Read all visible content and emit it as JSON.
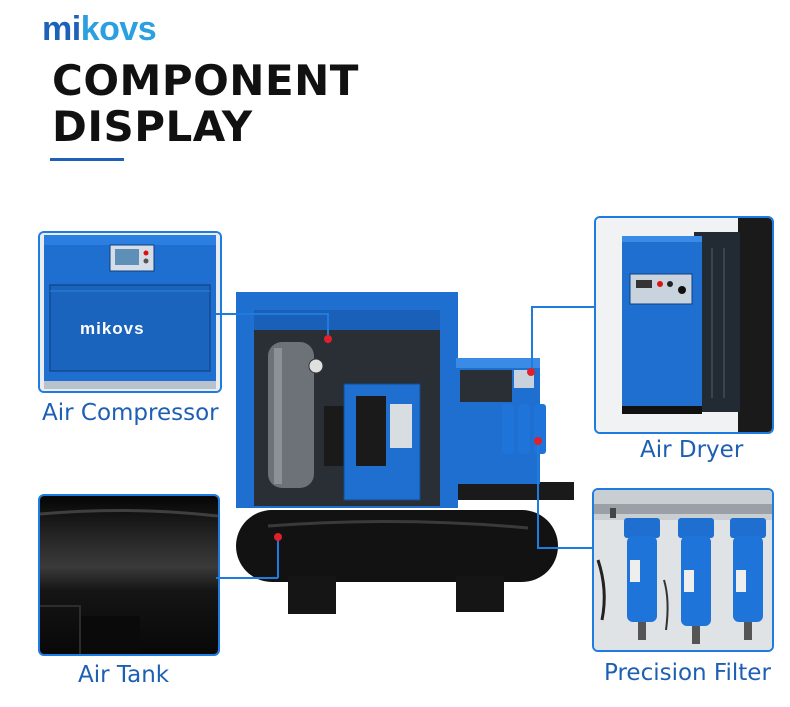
{
  "brand": {
    "prefix": "mi",
    "suffix": "kovs"
  },
  "heading": {
    "line1": "COMPONENT",
    "line2": "DISPLAY"
  },
  "machine_logo": "mikovs",
  "components": {
    "air_compressor": "Air Compressor",
    "air_dryer": "Air Dryer",
    "air_tank": "Air Tank",
    "precision_filter": "Precision Filter"
  },
  "colors": {
    "accent": "#1e7be0",
    "machine_blue": "#1f6fd0",
    "tank_black": "#121212",
    "marker_red": "#e0202a"
  }
}
